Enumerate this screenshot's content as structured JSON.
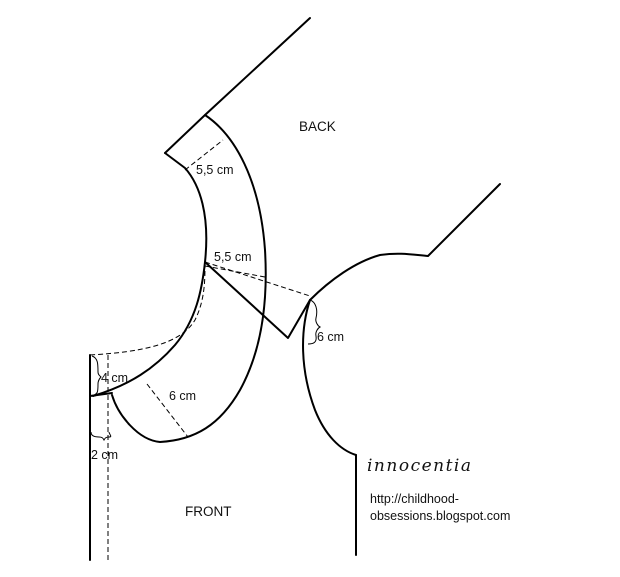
{
  "labels": {
    "back": "BACK",
    "front": "FRONT",
    "neck_back_width": "5,5 cm",
    "shoulder_width": "5,5 cm",
    "armhole_depth": "6 cm",
    "front_drop": "4 cm",
    "front_width": "6 cm",
    "center_extension": "2 cm"
  },
  "signature": {
    "name": "innocentia",
    "url_line1": "http://childhood-",
    "url_line2": "obsessions.blogspot.com"
  },
  "colors": {
    "line": "#000000",
    "background": "#ffffff"
  }
}
